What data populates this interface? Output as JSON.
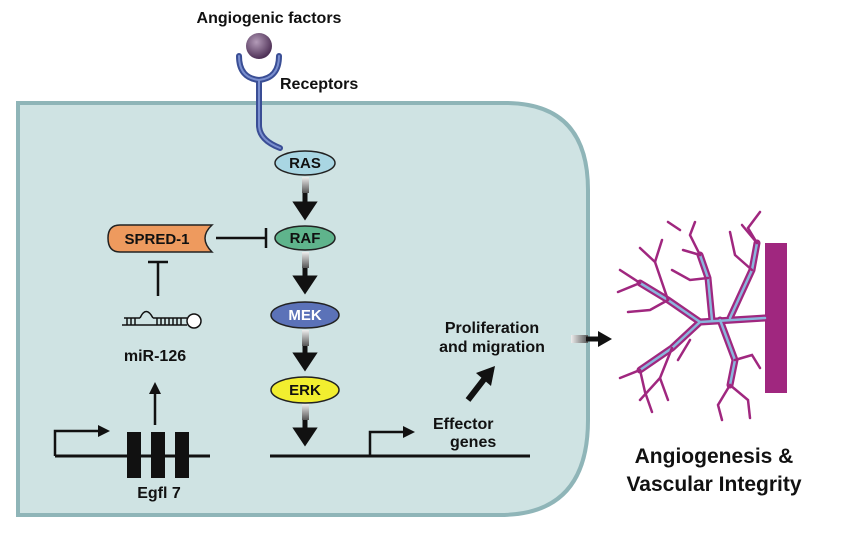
{
  "labels": {
    "angiogenic_factors": "Angiogenic factors",
    "receptors": "Receptors",
    "mir126": "miR-126",
    "egfl7": "Egfl 7",
    "proliferation_line1": "Proliferation",
    "proliferation_line2": "and migration",
    "effector_line1": "Effector",
    "effector_line2": "genes",
    "outcome_line1": "Angiogenesis &",
    "outcome_line2": "Vascular Integrity"
  },
  "nodes": {
    "spred1": "SPRED-1",
    "ras": "RAS",
    "raf": "RAF",
    "mek": "MEK",
    "erk": "ERK"
  },
  "colors": {
    "cell_fill": "#cfe3e3",
    "cell_border": "#8fb5b8",
    "ras": "#a9d6e3",
    "raf": "#5fb48c",
    "mek": "#5b72b8",
    "erk": "#f2ee2f",
    "spred1": "#ee9a5e",
    "vessel": "#a0277f",
    "vessel_light": "#8ab6dc",
    "ligand": "#6e4f72",
    "receptor": "#3a4e95"
  }
}
